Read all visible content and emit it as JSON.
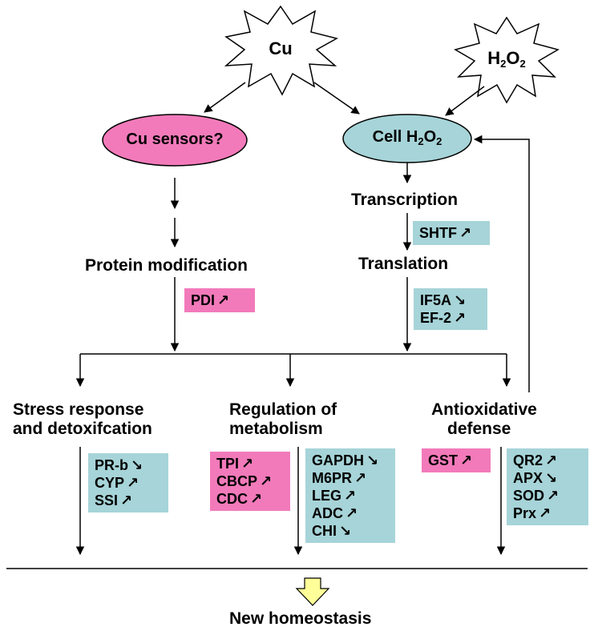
{
  "inputs": {
    "cu": "Cu",
    "h2o2": {
      "base": "H",
      "s1": "2",
      "mid": "O",
      "s2": "2"
    }
  },
  "nodes": {
    "cu_sensors": "Cu sensors?",
    "cell_h2o2": {
      "prefix": "Cell H",
      "s1": "2",
      "mid": "O",
      "s2": "2"
    },
    "transcription": "Transcription",
    "translation": "Translation",
    "protein_modification": "Protein modification",
    "stress": {
      "line1": "Stress response",
      "line2": "and detoxifcation"
    },
    "metabolism": {
      "line1": "Regulation of",
      "line2": "metabolism"
    },
    "antioxidative": {
      "line1": "Antioxidative",
      "line2": "defense"
    },
    "homeostasis": "New homeostasis"
  },
  "glyphs": {
    "up": "↗",
    "down": "↘"
  },
  "boxes": {
    "shtf": [
      {
        "name": "SHTF",
        "dir": "up"
      }
    ],
    "pdi": [
      {
        "name": "PDI",
        "dir": "up"
      }
    ],
    "translation": [
      {
        "name": "IF5A",
        "dir": "down"
      },
      {
        "name": "EF-2",
        "dir": "up"
      }
    ],
    "stress": [
      {
        "name": "PR-b",
        "dir": "down"
      },
      {
        "name": "CYP",
        "dir": "up"
      },
      {
        "name": "SSI",
        "dir": "up"
      }
    ],
    "metabolism_pink": [
      {
        "name": "TPI",
        "dir": "up"
      },
      {
        "name": "CBCP",
        "dir": "up"
      },
      {
        "name": "CDC",
        "dir": "up"
      }
    ],
    "metabolism_teal": [
      {
        "name": "GAPDH",
        "dir": "down"
      },
      {
        "name": "M6PR",
        "dir": "up"
      },
      {
        "name": "LEG",
        "dir": "up"
      },
      {
        "name": "ADC",
        "dir": "up"
      },
      {
        "name": "CHI",
        "dir": "down"
      }
    ],
    "gst": [
      {
        "name": "GST",
        "dir": "up"
      }
    ],
    "antioxidative": [
      {
        "name": "QR2",
        "dir": "up"
      },
      {
        "name": "APX",
        "dir": "down"
      },
      {
        "name": "SOD",
        "dir": "up"
      },
      {
        "name": "Prx",
        "dir": "up"
      }
    ]
  },
  "colors": {
    "pink": "#f27aba",
    "teal": "#a6d4d8",
    "arrow_fill": "#ffff99"
  }
}
